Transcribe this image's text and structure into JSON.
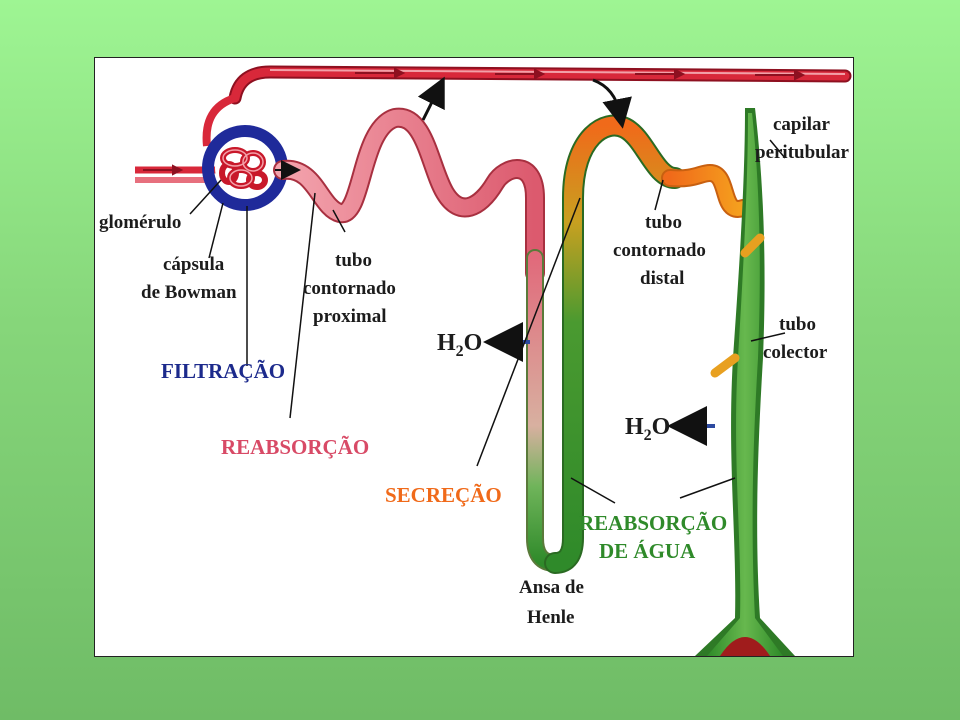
{
  "labels": {
    "glomerulo": "glomérulo",
    "capsula_1": "cápsula",
    "capsula_2": "de Bowman",
    "tcp_1": "tubo",
    "tcp_2": "contornado",
    "tcp_3": "proximal",
    "capilar_1": "capilar",
    "capilar_2": "peritubular",
    "tcd_1": "tubo",
    "tcd_2": "contornado",
    "tcd_3": "distal",
    "colector_1": "tubo",
    "colector_2": "colector",
    "henle_1": "Ansa de",
    "henle_2": "Henle",
    "h2o_base": "H",
    "h2o_sub": "2",
    "h2o_end": "O"
  },
  "processes": {
    "filtracao": "FILTRAÇÃO",
    "reabsorcao": "REABSORÇÃO",
    "secrecao": "SECREÇÃO",
    "reabs_agua_1": "REABSORÇÃO",
    "reabs_agua_2": "DE ÁGUA"
  },
  "colors": {
    "filtracao": "#1c2a8c",
    "reabsorcao": "#d84a66",
    "secrecao": "#f06a1a",
    "agua": "#2f8a2a",
    "capilar": "#d8283a",
    "tube_pink": "#e56b7c",
    "tube_orange": "#f28a1e",
    "tube_green": "#3f9a32",
    "capsule": "#1f2a9a"
  }
}
